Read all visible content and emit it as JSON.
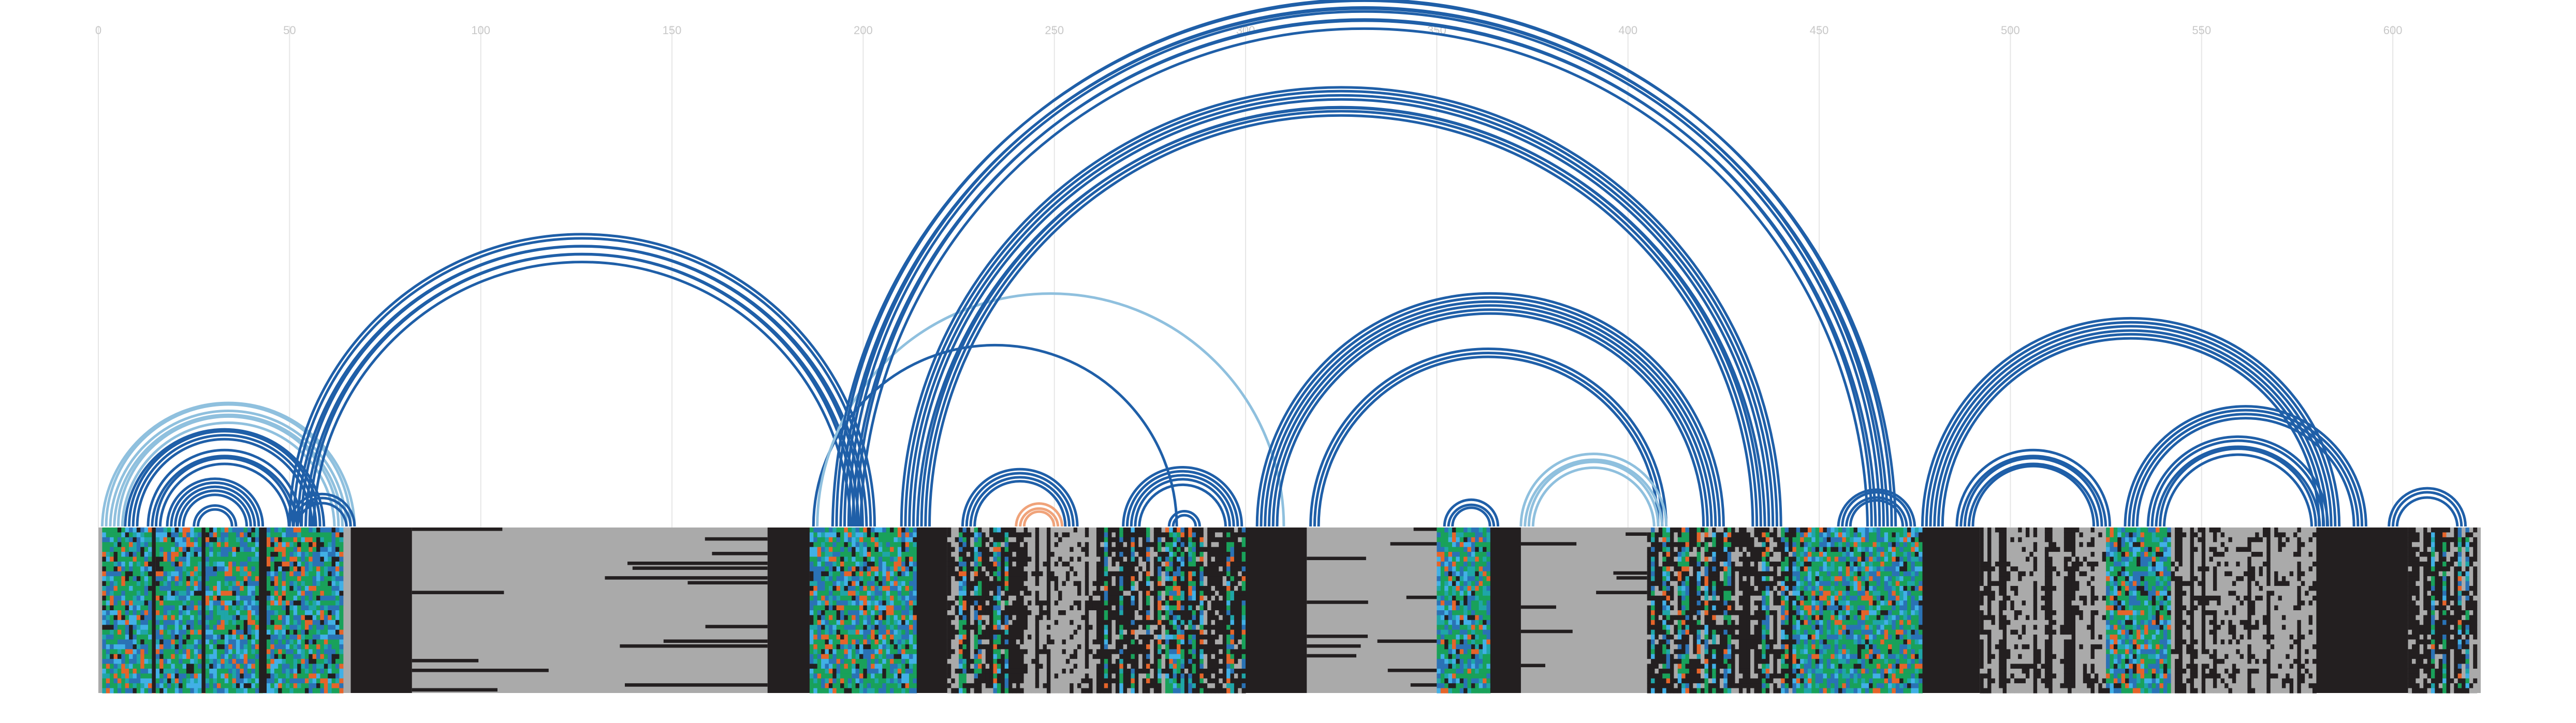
{
  "colors": {
    "background": "#ffffff",
    "grid": "#e6e6e6",
    "tick_text": "#c8c8c8",
    "arc_main": "#1f5fa8",
    "arc_light": "#8fc0de",
    "arc_orange": "#f0a37a",
    "gap": "#aaaaaa",
    "dark": "#231f20",
    "nuc_green": "#19a15a",
    "nuc_blue": "#2a72b5",
    "nuc_teal": "#1fa5a8",
    "nuc_orange": "#e5642a",
    "nuc_lightblue": "#41b0e6"
  },
  "chart_data": {
    "type": "arc-diagram",
    "x_range": [
      0,
      623
    ],
    "x_ticks": [
      {
        "value": 0,
        "label": "0"
      },
      {
        "value": 50,
        "label": "50"
      },
      {
        "value": 100,
        "label": "100"
      },
      {
        "value": 150,
        "label": "150"
      },
      {
        "value": 200,
        "label": "200"
      },
      {
        "value": 250,
        "label": "250"
      },
      {
        "value": 300,
        "label": "300"
      },
      {
        "value": 350,
        "label": "350"
      },
      {
        "value": 400,
        "label": "400"
      },
      {
        "value": 450,
        "label": "450"
      },
      {
        "value": 500,
        "label": "500"
      },
      {
        "value": 550,
        "label": "550"
      },
      {
        "value": 600,
        "label": "600"
      }
    ],
    "helices": [
      {
        "start": 1,
        "end": 67,
        "count": 6,
        "color": "light"
      },
      {
        "start": 7,
        "end": 59,
        "count": 4,
        "color": "main"
      },
      {
        "start": 13,
        "end": 53,
        "count": 4,
        "color": "main"
      },
      {
        "start": 18,
        "end": 43,
        "count": 5,
        "color": "main"
      },
      {
        "start": 25,
        "end": 36,
        "count": 2,
        "color": "main"
      },
      {
        "start": 50,
        "end": 67,
        "count": 3,
        "color": "main"
      },
      {
        "start": 50,
        "end": 203,
        "count": 7,
        "color": "main"
      },
      {
        "start": 187,
        "end": 282,
        "count": 1,
        "color": "main"
      },
      {
        "start": 188,
        "end": 310,
        "count": 1,
        "color": "light"
      },
      {
        "start": 192,
        "end": 470,
        "count": 8,
        "color": "main"
      },
      {
        "start": 210,
        "end": 440,
        "count": 8,
        "color": "main"
      },
      {
        "start": 226,
        "end": 256,
        "count": 4,
        "color": "main"
      },
      {
        "start": 240,
        "end": 252,
        "count": 3,
        "color": "orange"
      },
      {
        "start": 268,
        "end": 299,
        "count": 5,
        "color": "main"
      },
      {
        "start": 280,
        "end": 288,
        "count": 2,
        "color": "main"
      },
      {
        "start": 303,
        "end": 425,
        "count": 6,
        "color": "main"
      },
      {
        "start": 317,
        "end": 410,
        "count": 3,
        "color": "main"
      },
      {
        "start": 352,
        "end": 366,
        "count": 3,
        "color": "main"
      },
      {
        "start": 372,
        "end": 410,
        "count": 4,
        "color": "light"
      },
      {
        "start": 455,
        "end": 475,
        "count": 4,
        "color": "main"
      },
      {
        "start": 477,
        "end": 586,
        "count": 6,
        "color": "main"
      },
      {
        "start": 486,
        "end": 526,
        "count": 5,
        "color": "main"
      },
      {
        "start": 530,
        "end": 593,
        "count": 4,
        "color": "main"
      },
      {
        "start": 536,
        "end": 583,
        "count": 5,
        "color": "main"
      },
      {
        "start": 599,
        "end": 619,
        "count": 3,
        "color": "main"
      }
    ],
    "msa_rows": 34,
    "msa_blocks": [
      {
        "start": 1,
        "end": 64,
        "kind": "variable"
      },
      {
        "start": 14,
        "end": 15,
        "kind": "dark"
      },
      {
        "start": 27,
        "end": 28,
        "kind": "dark"
      },
      {
        "start": 42,
        "end": 44,
        "kind": "dark"
      },
      {
        "start": 66,
        "end": 82,
        "kind": "dark"
      },
      {
        "start": 82,
        "end": 175,
        "kind": "gap"
      },
      {
        "start": 175,
        "end": 186,
        "kind": "dark"
      },
      {
        "start": 186,
        "end": 214,
        "kind": "variable"
      },
      {
        "start": 214,
        "end": 222,
        "kind": "dark"
      },
      {
        "start": 222,
        "end": 243,
        "kind": "mixed"
      },
      {
        "start": 243,
        "end": 263,
        "kind": "gap_sparse"
      },
      {
        "start": 263,
        "end": 300,
        "kind": "mixed"
      },
      {
        "start": 300,
        "end": 316,
        "kind": "dark"
      },
      {
        "start": 316,
        "end": 350,
        "kind": "gap"
      },
      {
        "start": 350,
        "end": 364,
        "kind": "variable"
      },
      {
        "start": 364,
        "end": 372,
        "kind": "dark"
      },
      {
        "start": 372,
        "end": 405,
        "kind": "gap"
      },
      {
        "start": 405,
        "end": 444,
        "kind": "mixed"
      },
      {
        "start": 444,
        "end": 477,
        "kind": "variable"
      },
      {
        "start": 477,
        "end": 492,
        "kind": "dark"
      },
      {
        "start": 492,
        "end": 525,
        "kind": "gap_sparse"
      },
      {
        "start": 525,
        "end": 542,
        "kind": "variable"
      },
      {
        "start": 542,
        "end": 580,
        "kind": "gap_sparse"
      },
      {
        "start": 580,
        "end": 604,
        "kind": "dark"
      },
      {
        "start": 604,
        "end": 622,
        "kind": "mixed"
      }
    ]
  }
}
